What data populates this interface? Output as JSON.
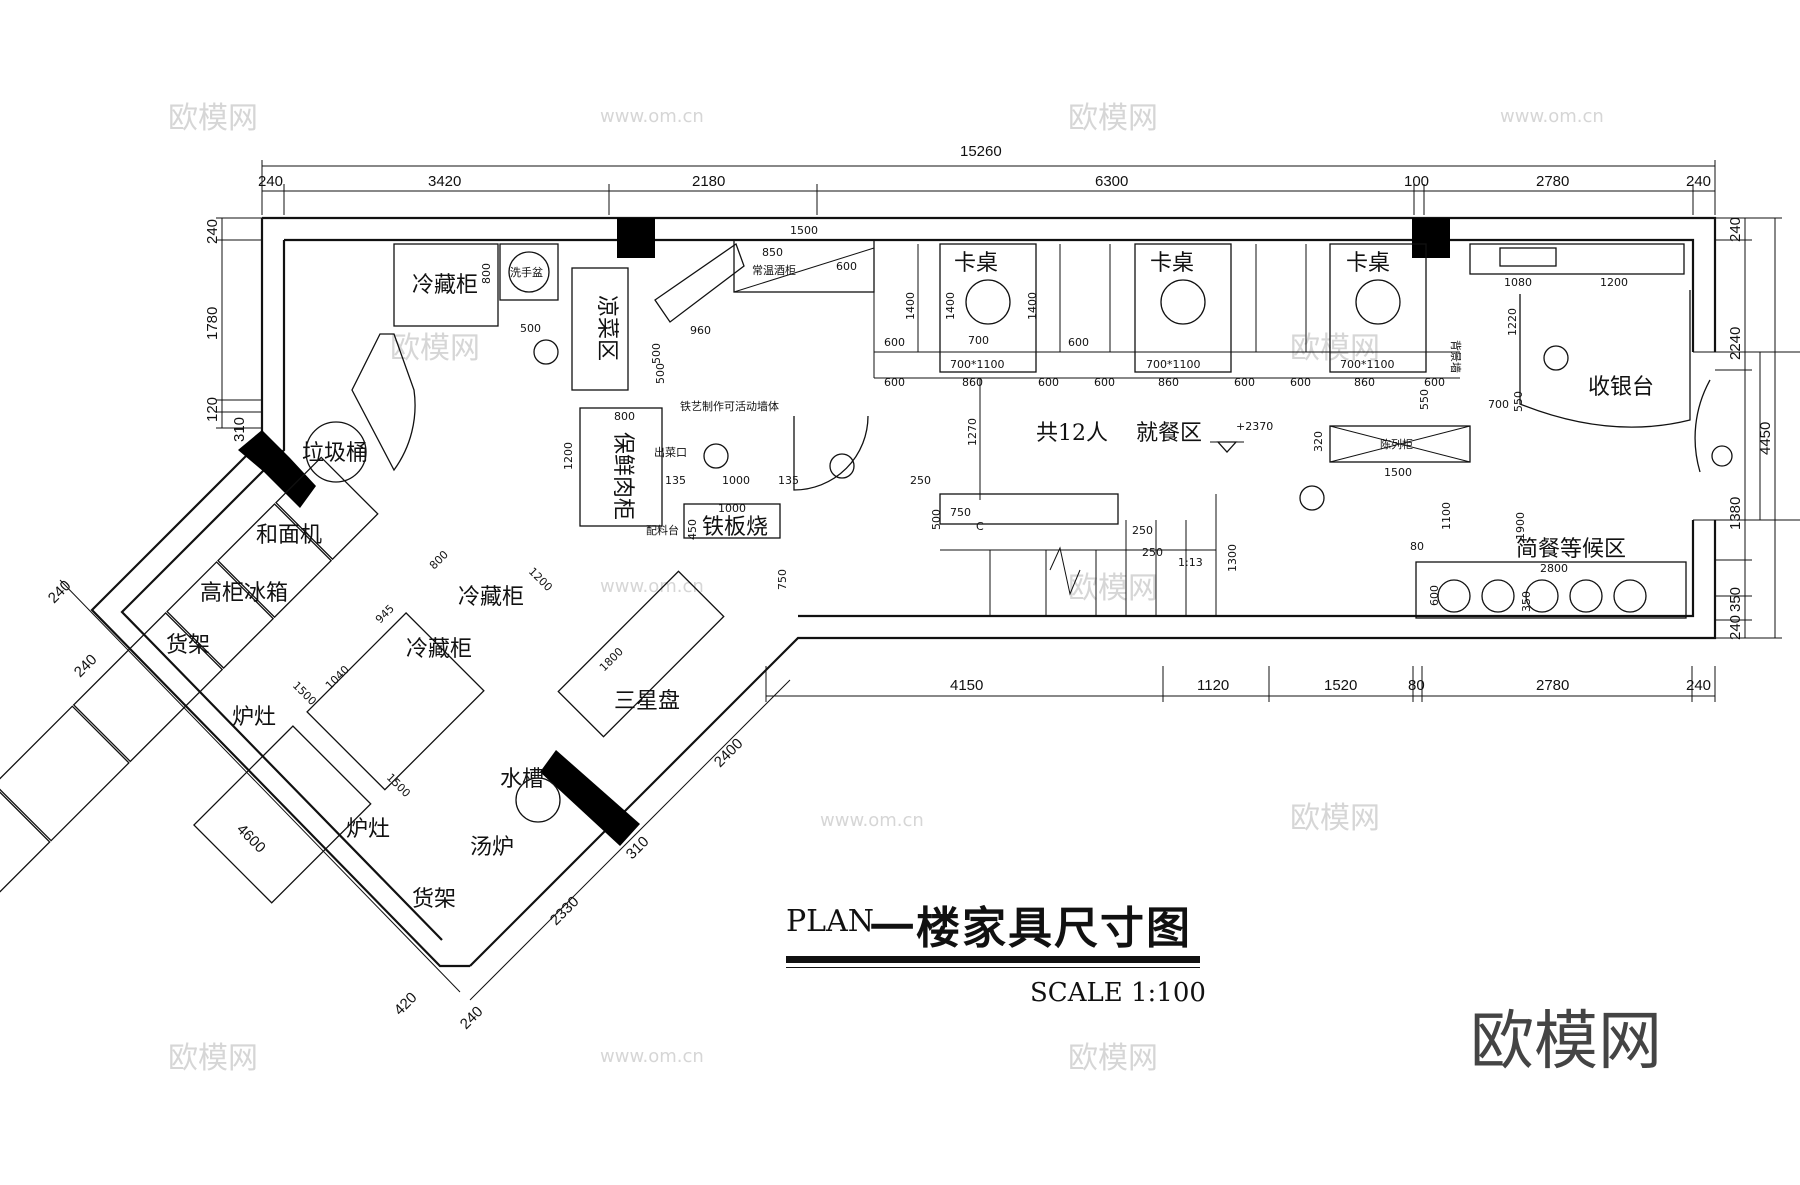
{
  "watermark": {
    "logo": "欧模网",
    "site": "www.om.cn"
  },
  "title": {
    "plan": "PLAN",
    "name": "一楼家具尺寸图",
    "scale": "SCALE 1:100"
  },
  "brand": "欧模网",
  "dims_top": {
    "total": "15260",
    "d1": "240",
    "d2": "3420",
    "d3": "2180",
    "d4": "6300",
    "d5": "100",
    "d6": "2780",
    "d7": "240"
  },
  "dims_bottom": {
    "d1": "4150",
    "d2": "1120",
    "d3": "1520",
    "d4": "80",
    "d5": "2780",
    "d6": "240"
  },
  "dims_left": {
    "d1": "240",
    "d2": "1780",
    "d3": "120",
    "d4": "310"
  },
  "dims_right": {
    "total": "4450",
    "d1": "240",
    "d2": "2240",
    "d3": "1380",
    "d4": "350",
    "d5": "240"
  },
  "dims_diag": {
    "d1": "240",
    "d2": "240",
    "d3": "4600",
    "d4": "420",
    "d5": "240",
    "d6": "2330",
    "d7": "310",
    "d8": "2400"
  },
  "labels": {
    "fridge1": "冷藏柜",
    "handwash": "洗手盆",
    "cold_dish": "凉菜区",
    "trash": "垃圾桶",
    "wine": "常温酒柜",
    "meat_cabinet": "保鲜肉柜",
    "serving": "出菜口",
    "iron_wall": "铁艺制作可活动墙体",
    "teppanyaki": "铁板烧",
    "ingredients": "配料台",
    "booth": "卡桌",
    "booth_size": "700*1100",
    "seats": "共12人",
    "dining": "就餐区",
    "level": "+2370",
    "cashier": "收银台",
    "waiting": "简餐等候区",
    "dough": "和面机",
    "tall_fridge": "高柜冰箱",
    "fridge2": "冷藏柜",
    "fridge3": "冷藏柜",
    "rack1": "货架",
    "stove1": "炉灶",
    "stove2": "炉灶",
    "sink": "水槽",
    "soup": "汤炉",
    "rack2": "货架",
    "three_star": "三星盘",
    "fountain": "背景墙",
    "side_cab": "陈列柜",
    "stairs_ratio": "1:13",
    "stairs_dir": "C"
  },
  "small_dims": {
    "s1500": "1500",
    "s850": "850",
    "s800": "800",
    "s600": "600",
    "s1400": "1400",
    "s700": "700",
    "s860": "860",
    "s500": "500",
    "s960": "960",
    "s1270": "1270",
    "s1200": "1200",
    "s1000": "1000",
    "s450": "450",
    "s250": "250",
    "s1300": "1300",
    "s320": "320",
    "s550": "550",
    "s1100": "1100",
    "s1220": "1220",
    "s1080": "1080",
    "s1900": "1900",
    "s2800": "2800",
    "s350": "350",
    "s945": "945",
    "s1040": "1040",
    "s1800": "1800",
    "s135": "135",
    "s750": "750",
    "s80": "80",
    "s420": "420"
  }
}
